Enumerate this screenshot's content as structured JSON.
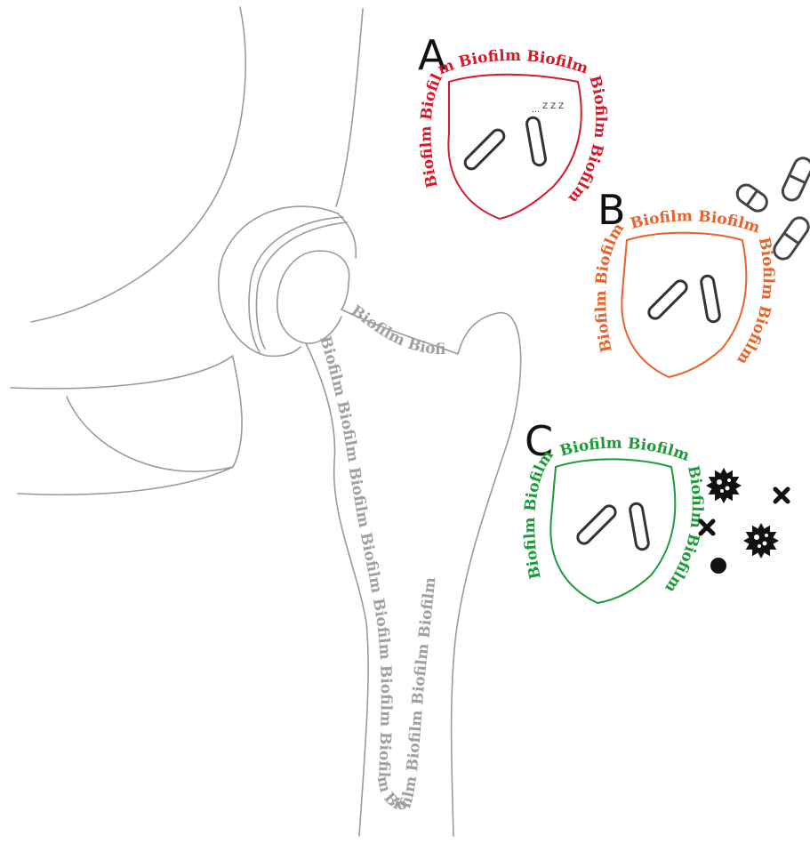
{
  "colors": {
    "bone_outline": "#9a9a9a",
    "bone_text": "#a0a0a0",
    "panel_a": "#d11a2a",
    "panel_b": "#e8622a",
    "panel_c": "#1f9a3a",
    "bacteria": "#333333",
    "pills": "#444444",
    "immune": "#111111"
  },
  "icons": {
    "sleep": "zzz-sleep-icon",
    "antibiotic": "capsule-icon",
    "immune_cell": "spiky-cell-icon",
    "killed": "x-mark-icon"
  },
  "bone": {
    "biofilm_word": "Biofilm"
  },
  "panels": [
    {
      "letter": "A",
      "biofilm_word": "Biofilm",
      "sleep_text": "Z Z Z"
    },
    {
      "letter": "B",
      "biofilm_word": "Biofilm"
    },
    {
      "letter": "C",
      "biofilm_word": "Biofilm"
    }
  ]
}
